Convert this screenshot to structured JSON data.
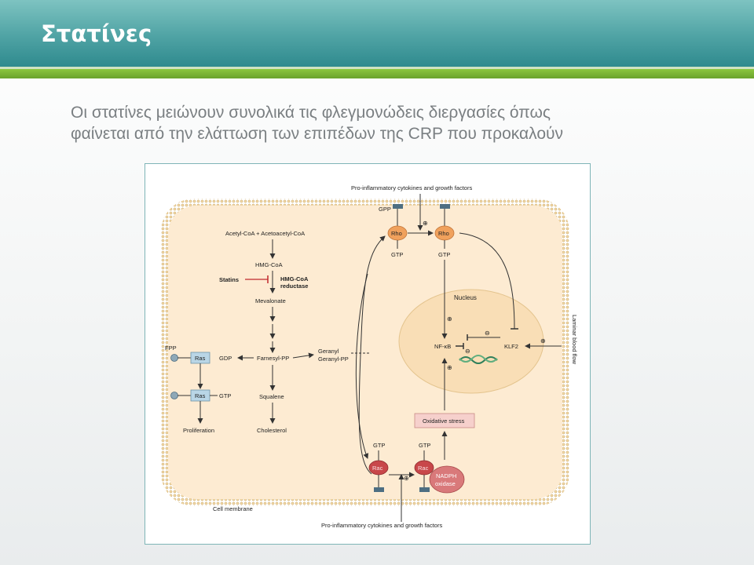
{
  "slide": {
    "title": "Στατίνες",
    "subtitle_line1": "Οι στατίνες μειώνουν συνολικά τις φλεγμονώδεις διεργασίες όπως",
    "subtitle_line2": "φαίνεται από την ελάττωση των επιπέδων της CRP που προκαλούν"
  },
  "diagram": {
    "top_cytokines": "Pro-inflammatory cytokines and growth factors",
    "bottom_cytokines": "Pro-inflammatory cytokines and growth factors",
    "gpp": "GPP",
    "rho1": "Rho",
    "rho2": "Rho",
    "gtp_rho1": "GTP",
    "gtp_rho2": "GTP",
    "acetyl": "Acetyl-CoA + Acetoacetyl-CoA",
    "hmgcoa": "HMG-CoA",
    "statins": "Statins",
    "reductase1": "HMG-CoA",
    "reductase2": "reductase",
    "mevalonate": "Mevalonate",
    "farnesyl": "Farnesyl-PP",
    "geranyl1": "Geranyl",
    "geranyl2": "Geranyl-PP",
    "fpp": "FPP",
    "ras1": "Ras",
    "ras2": "Ras",
    "gdp": "GDP",
    "gtp_ras": "GTP",
    "squalene": "Squalene",
    "cholesterol": "Cholesterol",
    "proliferation": "Proliferation",
    "nucleus": "Nucleus",
    "nfkb": "NF-κB",
    "klf2": "KLF2",
    "laminar": "Laminar blood flow",
    "oxidative": "Oxidative stress",
    "gtp_rac1": "GTP",
    "gtp_rac2": "GTP",
    "rac1": "Rac",
    "rac2": "Rac",
    "nadph1": "NADPH",
    "nadph2": "oxidase",
    "cell_membrane": "Cell membrane",
    "plus": "⊕",
    "minus": "⊖"
  },
  "colors": {
    "header_teal": "#4fa3a4",
    "accent_green": "#8cc63f",
    "cell_fill": "#fdebd2",
    "nucleus_fill": "#f9deb6",
    "rho_orange": "#f0a15c",
    "rac_red": "#c8474a",
    "ras_blue": "#b9d6e6",
    "oxidative_fill": "#f6d0cc",
    "statin_red": "#c0282d"
  }
}
